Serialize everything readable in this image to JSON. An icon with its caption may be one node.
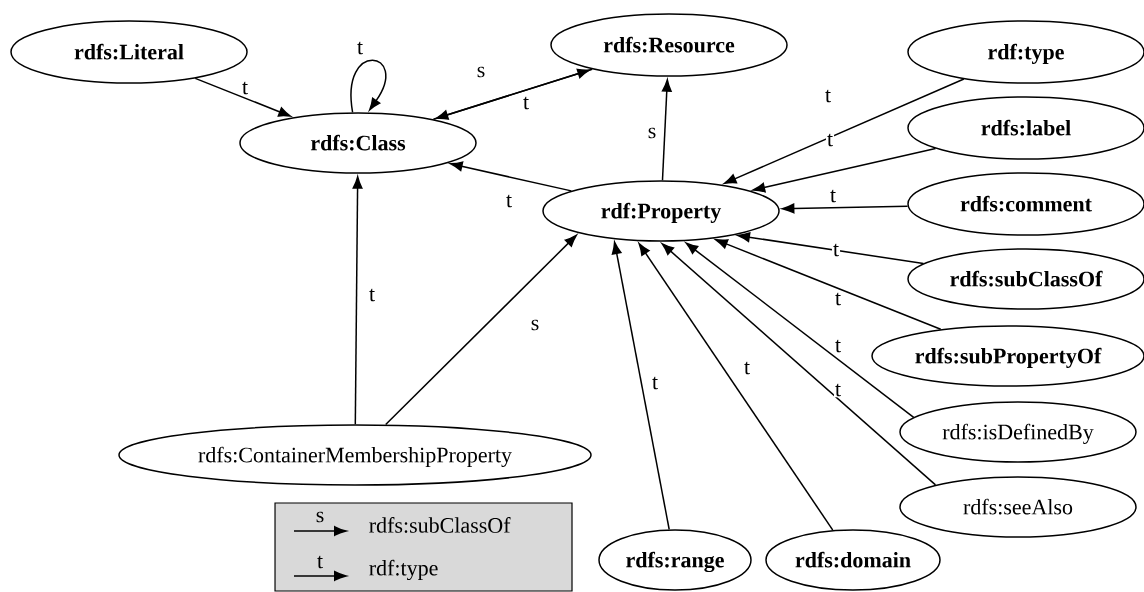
{
  "diagram": {
    "nodes": [
      {
        "text": [
          "rdfs:Literal"
        ]
      },
      {
        "text": [
          "rdfs:Class"
        ]
      },
      {
        "text": [
          "rdfs:Resource"
        ]
      },
      {
        "text": [
          "rdf:type"
        ]
      },
      {
        "text": [
          "rdfs:label"
        ]
      },
      {
        "text": [
          "rdf:Property"
        ]
      },
      {
        "text": [
          "rdfs:comment"
        ]
      },
      {
        "text": [
          "rdfs:subClassOf"
        ]
      },
      {
        "text": [
          "rdfs:subPropertyOf"
        ]
      },
      {
        "text": [
          "rdfs:isDefinedBy"
        ]
      },
      {
        "text": [
          "rdfs:ContainerMembershipProperty"
        ]
      },
      {
        "text": [
          "rdfs:seeAlso"
        ]
      },
      {
        "text": [
          "rdfs:range"
        ]
      },
      {
        "text": [
          "rdfs:domain"
        ]
      }
    ],
    "edges": [
      {
        "from": 0,
        "to": 1,
        "arrow": "to",
        "label": "t"
      },
      {
        "from": 1,
        "to": 1,
        "arrow": "to",
        "label": "t"
      },
      {
        "from": 1,
        "to": 2,
        "arrow": "to",
        "label": "s"
      },
      {
        "from": 2,
        "to": 1,
        "arrow": "to",
        "label": "t"
      },
      {
        "from": 5,
        "to": 1,
        "arrow": "to",
        "label": "t"
      },
      {
        "from": 5,
        "to": 2,
        "arrow": "to",
        "label": "s"
      },
      {
        "from": 3,
        "to": 5,
        "arrow": "to",
        "label": "t"
      },
      {
        "from": 4,
        "to": 5,
        "arrow": "to",
        "label": "t"
      },
      {
        "from": 6,
        "to": 5,
        "arrow": "to",
        "label": "t"
      },
      {
        "from": 7,
        "to": 5,
        "arrow": "to",
        "label": "t"
      },
      {
        "from": 8,
        "to": 5,
        "arrow": "to",
        "label": "t"
      },
      {
        "from": 9,
        "to": 5,
        "arrow": "to",
        "label": "t"
      },
      {
        "from": 11,
        "to": 5,
        "arrow": "to",
        "label": "t"
      },
      {
        "from": 12,
        "to": 5,
        "arrow": "to",
        "label": "t"
      },
      {
        "from": 13,
        "to": 5,
        "arrow": "to",
        "label": "t"
      },
      {
        "from": 10,
        "to": 1,
        "arrow": "to",
        "label": "t"
      },
      {
        "from": 10,
        "to": 5,
        "arrow": "to",
        "label": "s"
      }
    ],
    "labels": [
      "s",
      "t"
    ],
    "legend": [
      {
        "text": "rdfs:subClassOf"
      },
      {
        "text": "rdf:type"
      }
    ]
  }
}
